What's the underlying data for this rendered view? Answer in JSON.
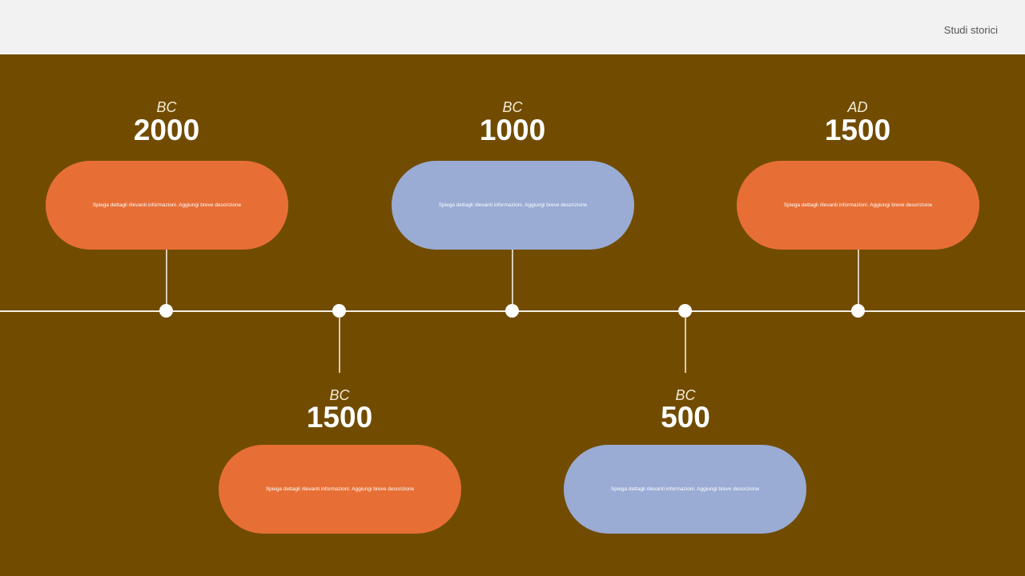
{
  "header": {
    "title": "Studi storici"
  },
  "colors": {
    "background": "#714c00",
    "header_background": "#f2f2f2",
    "orange": "#e76f35",
    "blue": "#9aabd4",
    "line": "#f4efe4"
  },
  "events": [
    {
      "era": "BC",
      "year": "2000",
      "description": "Spiega dettagli rilevanti informazioni. Aggiungi breve descrizione",
      "color": "#e76f35"
    },
    {
      "era": "BC",
      "year": "1500",
      "description": "Spiega dettagli rilevanti informazioni. Aggiungi breve descrizione",
      "color": "#e76f35"
    },
    {
      "era": "BC",
      "year": "1000",
      "description": "Spiega dettagli rilevanti informazioni. Aggiungi breve descrizione",
      "color": "#9aabd4"
    },
    {
      "era": "BC",
      "year": "500",
      "description": "Spiega dettagli rilevanti informazioni. Aggiungi breve descrizione",
      "color": "#9aabd4"
    },
    {
      "era": "AD",
      "year": "1500",
      "description": "Spiega dettagli rilevanti informazioni. Aggiungi breve descrizione",
      "color": "#e76f35"
    }
  ]
}
